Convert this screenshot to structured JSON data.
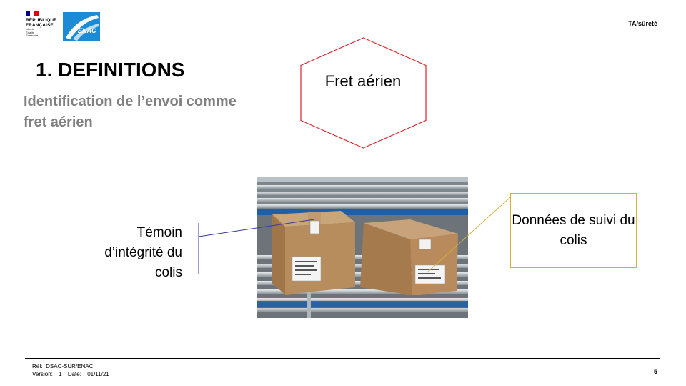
{
  "header": {
    "logo_rf": {
      "line1": "RÉPUBLIQUE",
      "line2": "FRANÇAISE",
      "motto": [
        "Liberté",
        "Égalité",
        "Fraternité"
      ]
    },
    "logo_enac": {
      "text": "ENAC"
    },
    "tag": "TA/sûreté"
  },
  "slide": {
    "title": "1. DEFINITIONS",
    "subtitle": "Identification de l’envoi comme fret aérien",
    "hexagon_label": "Fret aérien",
    "integrity_label": "Témoin d’intégrité du colis",
    "tracking_label": "Données de suivi du colis"
  },
  "footer": {
    "ref_label": "Réf:",
    "ref_value": "DSAC-SUR/ENAC",
    "version_label": "Version:",
    "version_value": "1",
    "date_label": "Date:",
    "date_value": "01/11/21",
    "page_number": "5"
  },
  "colors": {
    "hexagon_stroke": "#d9262c",
    "callout_border": "#d4b23a",
    "subtitle": "#808080",
    "enac_blue": "#1b8bd6",
    "connector_left": "#3a3aa0"
  }
}
